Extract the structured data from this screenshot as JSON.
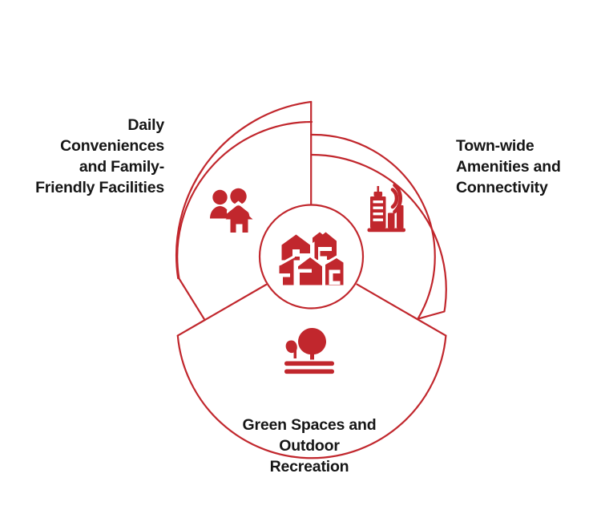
{
  "diagram": {
    "type": "three-segment-hub-and-spoke-circle",
    "title": "",
    "accent_color": "#C1272D",
    "text_color": "#161616",
    "background_color": "#FFFFFF",
    "center": {
      "icon": "houses-cluster-icon",
      "icon_label": "Neighbourhood Housing Cluster",
      "label": ""
    },
    "segments": [
      {
        "id": "daily-conveniences",
        "label": "Daily\nConveniences\nand Family-\nFriendly Facilities",
        "label_position": "left",
        "icon": "people-and-home-icon",
        "icon_label": "Family and Home"
      },
      {
        "id": "town-wide-amenities",
        "label": "Town-wide\nAmenities and\nConnectivity",
        "label_position": "right",
        "icon": "buildings-and-signal-icon",
        "icon_label": "Buildings with Connectivity Signal"
      },
      {
        "id": "green-spaces",
        "label": "Green Spaces and\nOutdoor\nRecreation",
        "label_position": "bottom",
        "icon": "trees-and-park-icon",
        "icon_label": "Trees and Park Ground"
      }
    ]
  }
}
